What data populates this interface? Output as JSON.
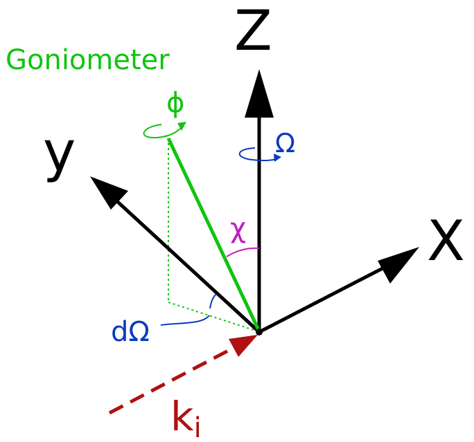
{
  "labels": {
    "z_axis": "Z",
    "y_axis": "y",
    "x_axis": "X",
    "goniometer": "Goniometer",
    "phi": "ϕ",
    "omega": "Ω",
    "chi": "χ",
    "d_omega": "dΩ",
    "k_base": "k",
    "k_sub": "i"
  },
  "colors": {
    "axes": "#000000",
    "goniometer": "#11c40f",
    "rotation": "#0b3bbf",
    "chi": "#c21ac2",
    "beam": "#b01010"
  }
}
